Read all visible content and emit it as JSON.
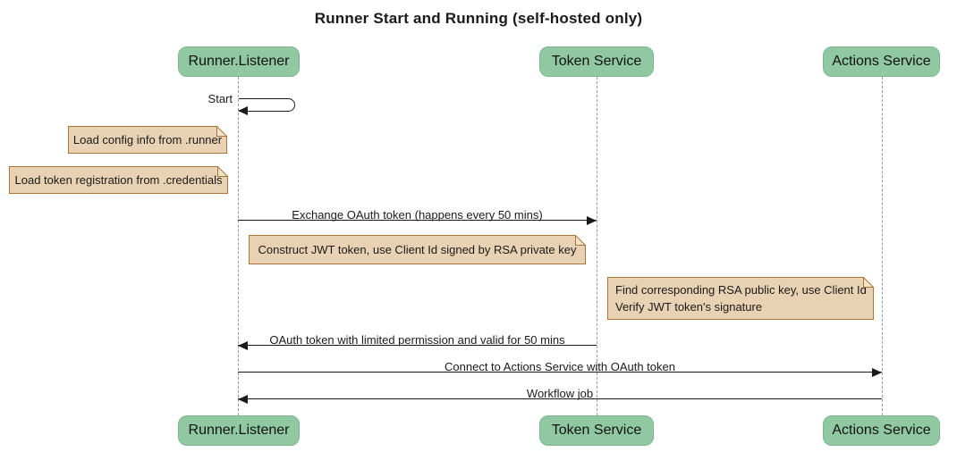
{
  "title": "Runner Start and Running (self-hosted only)",
  "participants": [
    {
      "label": "Runner.Listener"
    },
    {
      "label": "Token Service"
    },
    {
      "label": "Actions Service"
    }
  ],
  "messages": {
    "start_self": "Start",
    "exchange": "Exchange OAuth token (happens every 50 mins)",
    "oauth_return": "OAuth token with limited permission and valid for 50 mins",
    "connect": "Connect to Actions Service with OAuth token",
    "workflow": "Workflow job"
  },
  "notes": {
    "load_config": "Load config info from .runner",
    "load_credentials": "Load token registration from .credentials",
    "construct_jwt": "Construct JWT token, use Client Id signed by RSA private key",
    "verify_jwt_line1": "Find corresponding RSA public key, use Client Id",
    "verify_jwt_line2": "Verify JWT token's signature"
  },
  "colors": {
    "participant_fill": "#90c8a2",
    "participant_border": "#7fb491",
    "note_fill": "#e9d2b4",
    "note_border": "#a8763a",
    "note_fold": "#f1e4c9",
    "lifeline": "#999999",
    "arrow": "#1a1a1a",
    "background": "#ffffff"
  }
}
